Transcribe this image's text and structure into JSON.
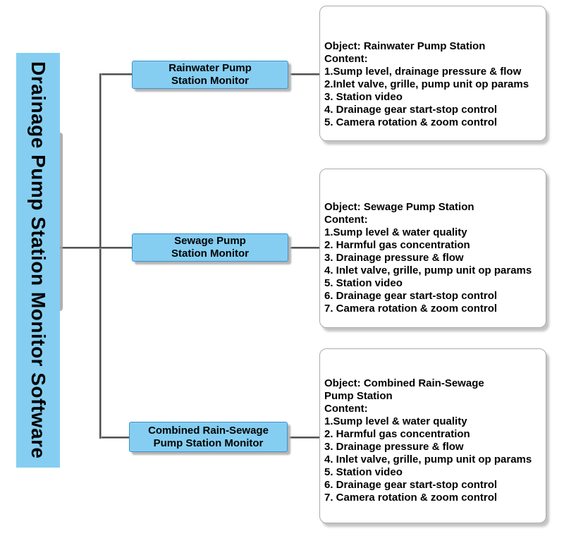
{
  "colors": {
    "node_fill": "#85CEF2",
    "node_border": "#4090C8",
    "connector": "#525252",
    "detail_border": "#AAAAAA",
    "shadow": "#B4B4B4",
    "text": "#000000"
  },
  "root": {
    "label": "Drainage Pump Station Monitor Software"
  },
  "branches": [
    {
      "label_lines": [
        "Rainwater Pump",
        "Station Monitor"
      ],
      "detail_lines": [
        "Object: Rainwater Pump Station",
        "Content:",
        "1.Sump level, drainage pressure & flow",
        "2.Inlet valve, grille, pump unit op params",
        "3. Station video",
        "4. Drainage gear start-stop control",
        "5. Camera rotation & zoom control"
      ]
    },
    {
      "label_lines": [
        "Sewage Pump",
        "Station Monitor"
      ],
      "detail_lines": [
        "Object: Sewage Pump Station",
        "Content:",
        "1.Sump level & water quality",
        "2. Harmful gas concentration",
        "3. Drainage pressure & flow",
        "4. Inlet valve, grille, pump unit op params",
        "5. Station video",
        "6. Drainage gear start-stop control",
        "7. Camera rotation & zoom control"
      ]
    },
    {
      "label_lines": [
        "Combined Rain-Sewage",
        "Pump Station Monitor"
      ],
      "detail_lines": [
        "Object: Combined Rain-Sewage",
        "Pump Station",
        "Content:",
        "1.Sump level & water quality",
        "2. Harmful gas concentration",
        "3. Drainage pressure & flow",
        "4. Inlet valve, grille, pump unit op params",
        "5. Station video",
        "6. Drainage gear start-stop control",
        "7. Camera rotation & zoom control"
      ]
    }
  ]
}
